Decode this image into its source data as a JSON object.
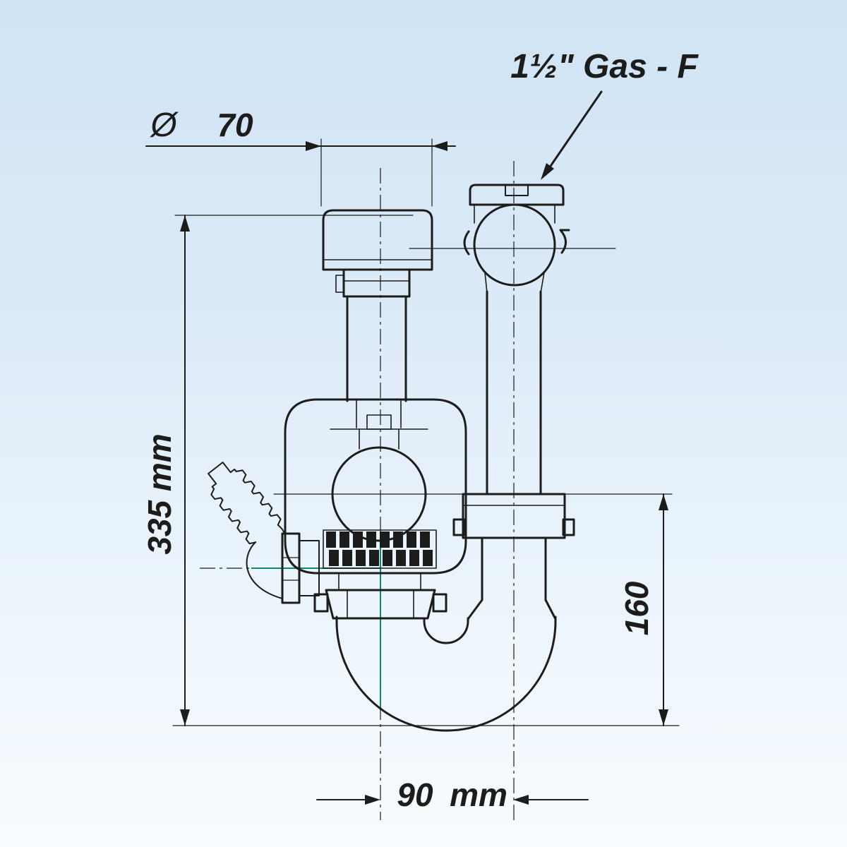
{
  "colors": {
    "background_top": "#cfe4f5",
    "background_bottom": "#f7fcff",
    "line": "#1c1c1a",
    "accent": "#0d8577"
  },
  "labels": {
    "thread": "1½\" Gas - F",
    "diameter_symbol": "Ø",
    "diameter_value": "70",
    "total_height": "335 mm",
    "outlet_height": "160",
    "distance_value": "90",
    "distance_unit": "mm"
  }
}
